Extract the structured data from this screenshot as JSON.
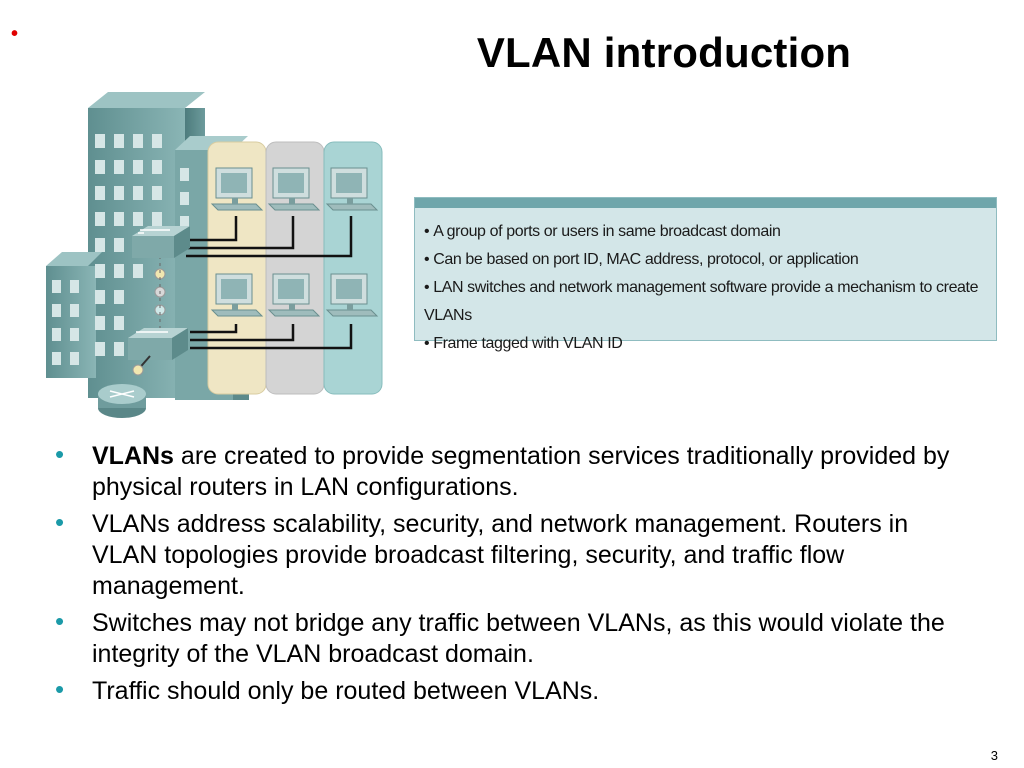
{
  "slide": {
    "corner_mark": "•",
    "title": "VLAN introduction",
    "page_number": "3"
  },
  "info_box": {
    "items": [
      "A group of ports or users in same broadcast domain",
      "Can be based on port ID, MAC address, protocol, or application",
      "LAN switches and network management software provide a mechanism to create VLANs",
      "Frame tagged with VLAN ID"
    ]
  },
  "bullets": [
    {
      "bold": "VLANs",
      "text": " are created to provide segmentation services traditionally provided by physical routers in LAN configurations."
    },
    {
      "bold": "",
      "text": "VLANs address scalability, security, and network management. Routers in VLAN topologies provide broadcast filtering, security, and traffic flow management."
    },
    {
      "bold": "",
      "text": "Switches may not bridge any traffic between VLANs, as this would violate the integrity of the VLAN broadcast domain."
    },
    {
      "bold": "",
      "text": "Traffic should only be routed between VLANs."
    }
  ],
  "colors": {
    "accent_bullet": "#1b9aa8",
    "vlan_1": "#efe6c4",
    "vlan_2": "#d4d4d4",
    "vlan_3": "#a9d4d4",
    "building": "#6f9f9f"
  },
  "icons": [
    "building-icon",
    "switch-icon",
    "computer-icon",
    "router-icon"
  ]
}
